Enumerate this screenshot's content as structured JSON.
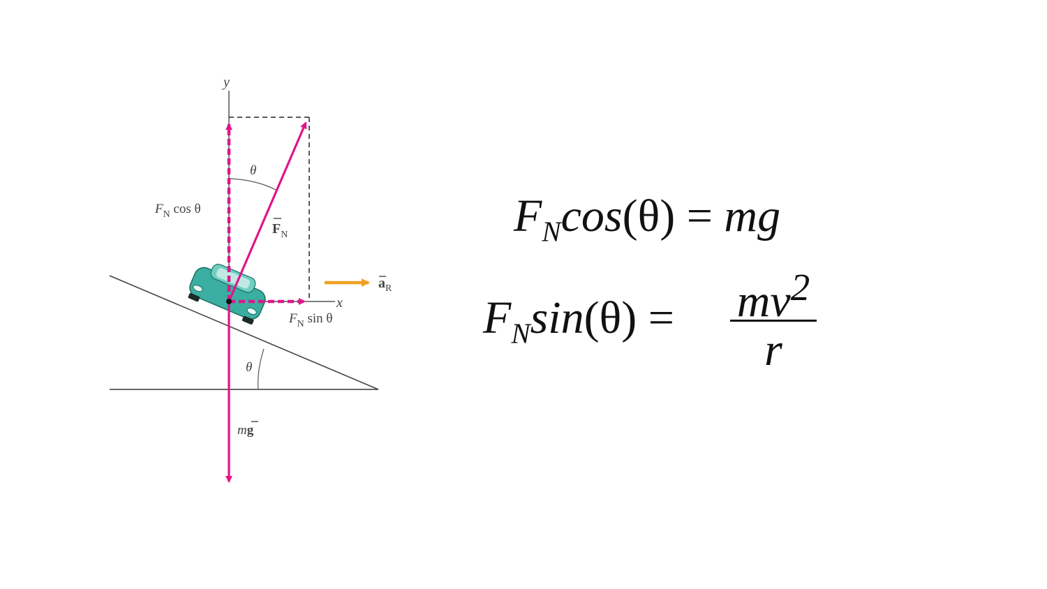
{
  "diagram": {
    "labels": {
      "y_axis": "y",
      "x_axis": "x",
      "theta_top": "θ",
      "theta_incline": "θ",
      "fn_cos": "F",
      "fn_cos_sub": "N",
      "fn_cos_tail": " cos θ",
      "fn_vec": "F",
      "fn_vec_sub": "N",
      "fn_sin": "F",
      "fn_sin_sub": "N",
      "fn_sin_tail": " sin θ",
      "ar": "a",
      "ar_sub": "R",
      "mg_m": "m",
      "mg_g": "g"
    },
    "colors": {
      "force": "#e0158a",
      "acceleration": "#f0a020",
      "car": "#3aaea0",
      "lines": "#555555"
    }
  },
  "equations": {
    "eq1": {
      "lhs_F": "F",
      "lhs_sub": "N",
      "lhs_func": "cos",
      "lhs_arg": "(θ)",
      "equals": " = ",
      "rhs": "mg"
    },
    "eq2": {
      "lhs_F": "F",
      "lhs_sub": "N",
      "lhs_func": "sin",
      "lhs_arg": "(θ)",
      "equals": " = ",
      "numerator": "mv",
      "numerator_exp": "2",
      "denominator": "r"
    }
  }
}
